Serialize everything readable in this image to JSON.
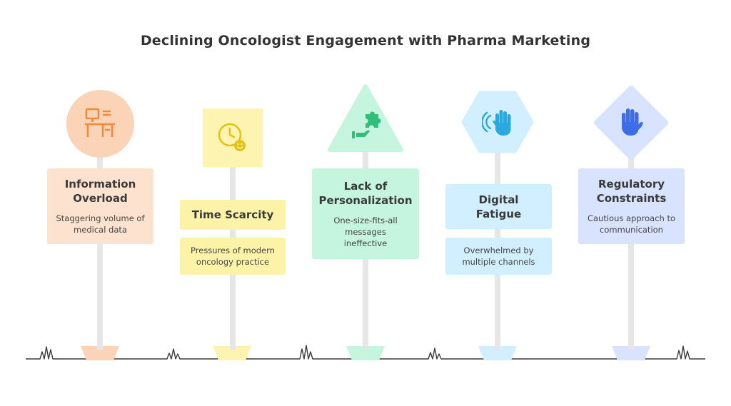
{
  "title": "Declining Oncologist Engagement with Pharma Marketing",
  "signs": [
    {
      "heading": "Information Overload",
      "description": "Staggering volume of medical data",
      "icon": "desk-computer-icon",
      "shape": "circle",
      "color": "#fbd4b8",
      "accent": "#f08a3c"
    },
    {
      "heading": "Time Scarcity",
      "description": "Pressures of modern oncology practice",
      "icon": "clock-face-icon",
      "shape": "square",
      "color": "#fcf4b0",
      "accent": "#e3c21a"
    },
    {
      "heading": "Lack of Personalization",
      "description": "One-size-fits-all messages ineffective",
      "icon": "puzzle-piece-icon",
      "shape": "triangle",
      "color": "#c5f5df",
      "accent": "#2fbf7a"
    },
    {
      "heading": "Digital Fatigue",
      "description": "Overwhelmed by multiple channels",
      "icon": "hand-wave-icon",
      "shape": "hexagon",
      "color": "#d1efff",
      "accent": "#2aa9de"
    },
    {
      "heading": "Regulatory Constraints",
      "description": "Cautious approach to communication",
      "icon": "stop-hand-icon",
      "shape": "diamond",
      "color": "#d8e4ff",
      "accent": "#3f6de8"
    }
  ]
}
